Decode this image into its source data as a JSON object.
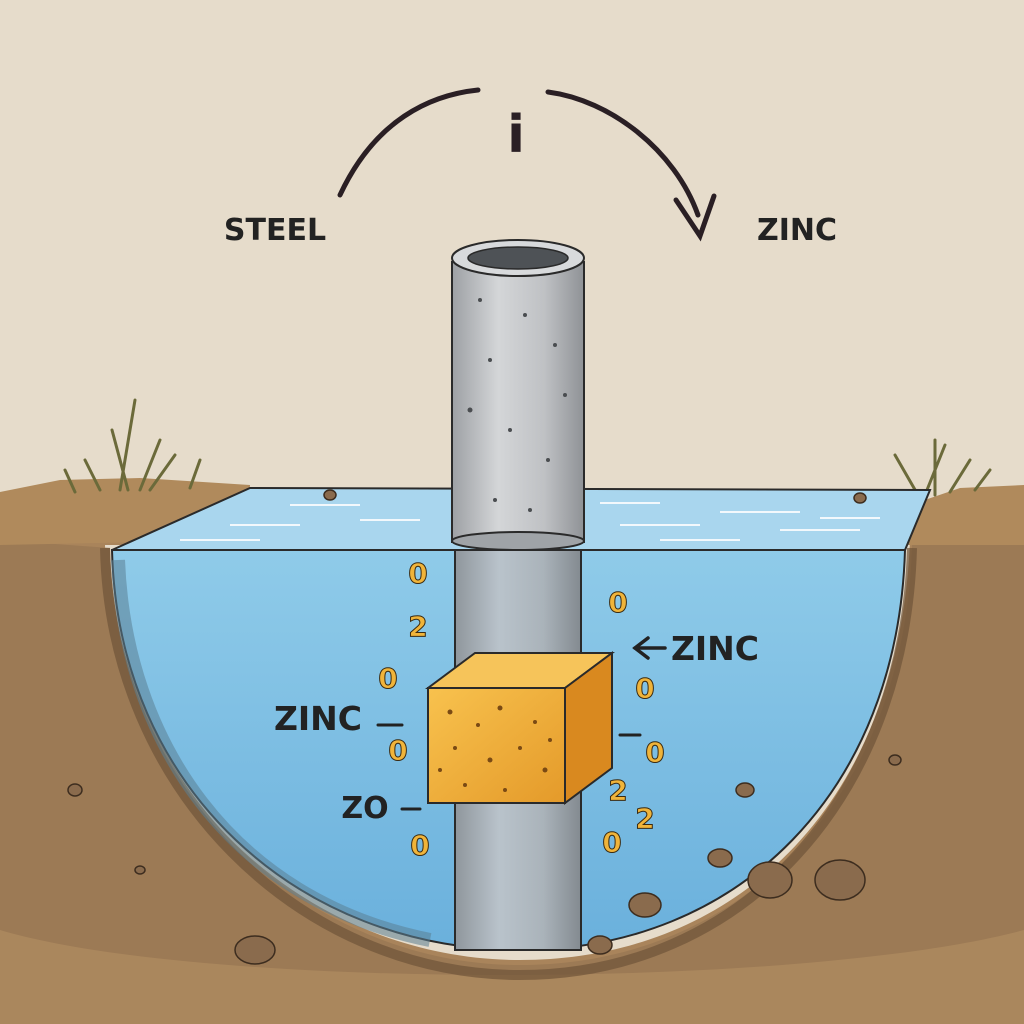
{
  "labels": {
    "top_symbol": "i",
    "steel": "STEEL",
    "zinc_top": "ZINC",
    "zinc_arrow_right": "ZINC",
    "zinc_left": "ZINC",
    "zo_left": "ZO"
  },
  "ions": [
    {
      "text": "0"
    },
    {
      "text": "2"
    },
    {
      "text": "0"
    },
    {
      "text": "0"
    },
    {
      "text": "0"
    },
    {
      "text": "0"
    },
    {
      "text": "0"
    },
    {
      "text": "2"
    },
    {
      "text": "0"
    },
    {
      "text": "2"
    },
    {
      "text": "0"
    }
  ],
  "colors": {
    "background": "#e6dccb",
    "water": "#86c4e6",
    "soil": "#9c7a55",
    "pipe": "#c4c6c8",
    "zinc_block": "#f2ad3c",
    "ion": "#f0b43a"
  }
}
